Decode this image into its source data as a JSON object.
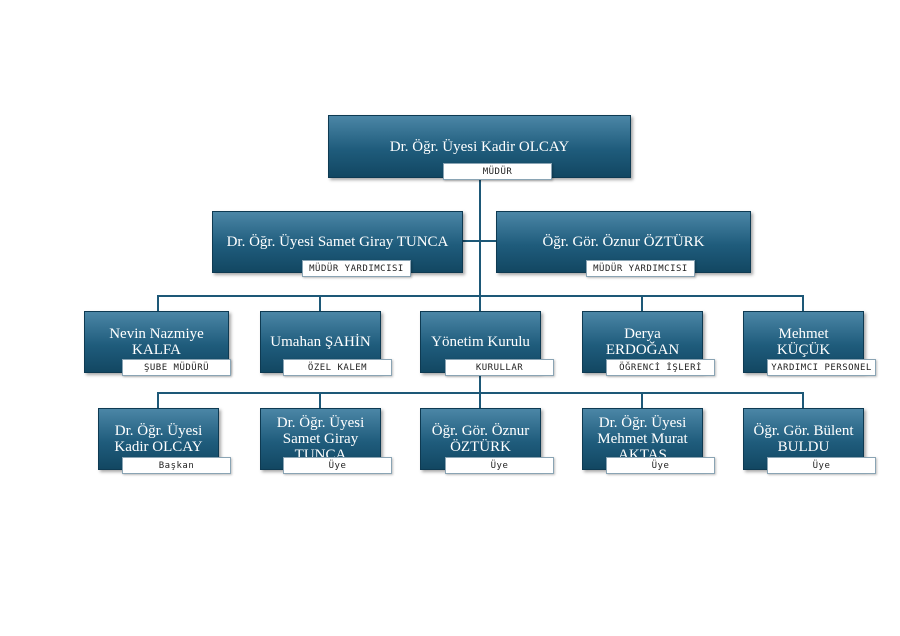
{
  "director": {
    "name": "Dr. Öğr. Üyesi Kadir OLCAY",
    "role": "MÜDÜR"
  },
  "deputies": [
    {
      "name": "Dr. Öğr. Üyesi Samet Giray TUNCA",
      "role": "MÜDÜR YARDIMCISI"
    },
    {
      "name": "Öğr. Gör. Öznur ÖZTÜRK",
      "role": "MÜDÜR YARDIMCISI"
    }
  ],
  "units": [
    {
      "name": "Nevin Nazmiye KALFA",
      "role": "ŞUBE MÜDÜRÜ"
    },
    {
      "name": "Umahan ŞAHİN",
      "role": "ÖZEL KALEM"
    },
    {
      "name": "Yönetim Kurulu",
      "role": "KURULLAR"
    },
    {
      "name": "Derya ERDOĞAN",
      "role": "ÖĞRENCİ İŞLERİ"
    },
    {
      "name": "Mehmet KÜÇÜK",
      "role": "YARDIMCI PERSONEL"
    }
  ],
  "board": [
    {
      "name": "Dr. Öğr. Üyesi Kadir OLCAY",
      "role": "Başkan"
    },
    {
      "name": "Dr. Öğr. Üyesi Samet Giray TUNCA",
      "role": "Üye"
    },
    {
      "name": "Öğr. Gör. Öznur ÖZTÜRK",
      "role": "Üye"
    },
    {
      "name": "Dr. Öğr. Üyesi Mehmet Murat AKTAŞ",
      "role": "Üye"
    },
    {
      "name": "Öğr. Gör. Bülent BULDU",
      "role": "Üye"
    }
  ],
  "colors": {
    "box_top": "#4b86a6",
    "box_bottom": "#124762",
    "connector": "#1d5877"
  }
}
